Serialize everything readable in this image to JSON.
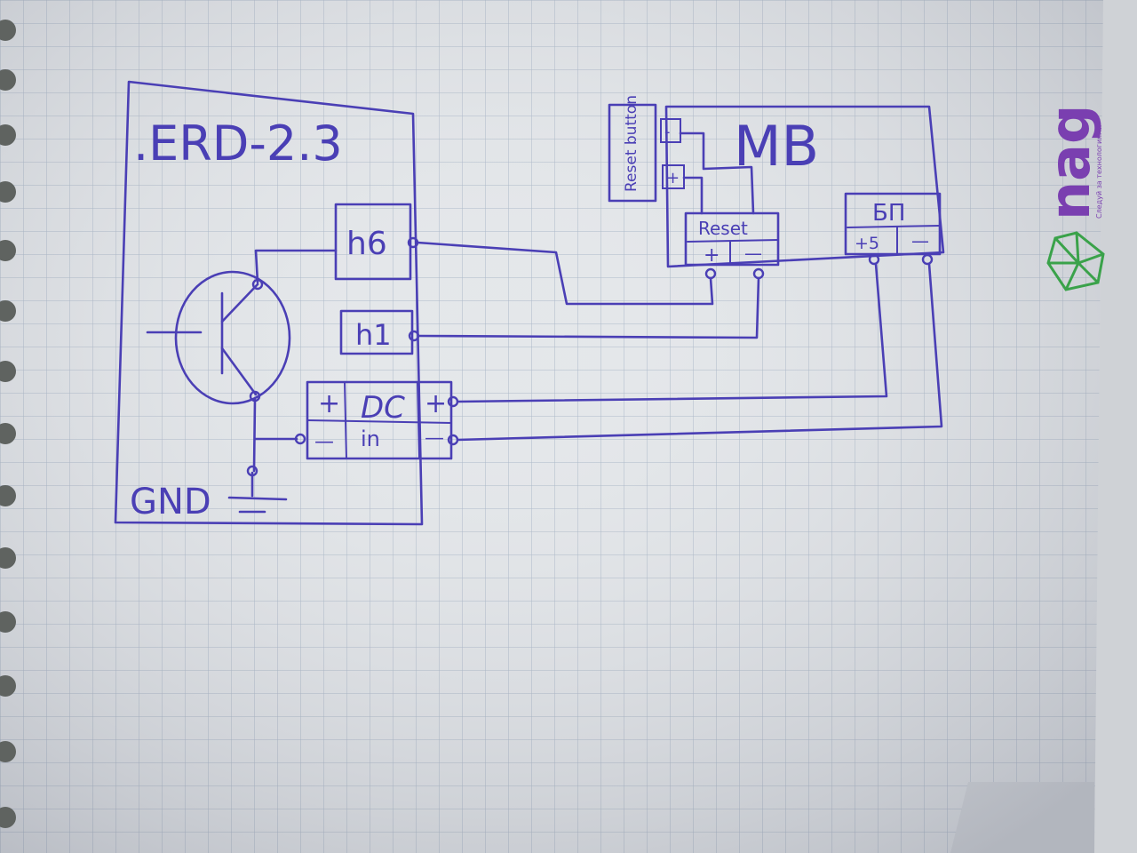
{
  "diagram": {
    "erd_title": ".ERD-2.3",
    "mb_title": "MB",
    "reset_button_label": "Reset button",
    "reset_button_minus": "-",
    "reset_button_plus": "+",
    "reset_header_label": "Reset",
    "reset_plus": "+",
    "reset_minus": "—",
    "psu_label": "БП",
    "psu_plus": "+5",
    "psu_minus": "—",
    "h6_label": "h6",
    "h1_label": "h1",
    "dc_label": "DC",
    "dc_in_label": "in",
    "dc_left_plus": "+",
    "dc_left_minus": "—",
    "dc_right_plus": "+",
    "dc_right_minus": "—",
    "gnd_label": "GND"
  },
  "logo": {
    "brand_text": "nag",
    "tagline": "Следуй за технологиями",
    "color": "#7a3fb0",
    "icon_color": "#3aa24a"
  },
  "colors": {
    "ink": "#4a3fb5",
    "paper": "#e4e7ea",
    "grid": "#a9b6c7"
  }
}
